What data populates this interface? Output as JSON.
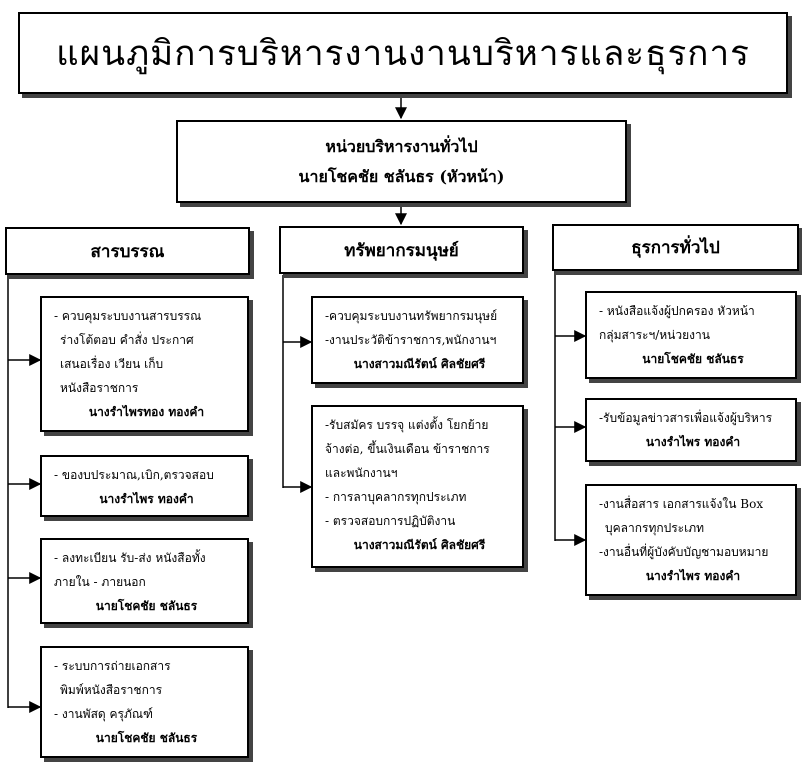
{
  "title": "แผนภูมิการบริหารงานงานบริหารและธุรการ",
  "head_unit": {
    "name": "หน่วยบริหารงานทั่วไป",
    "person": "นายโชคชัย  ชลันธร (หัวหน้า)"
  },
  "columns": [
    {
      "heading": "สารบรรณ",
      "tasks": [
        {
          "lines": [
            "- ควบคุมระบบงานสารบรรณ",
            "ร่างโต้ตอบ คำสั่ง ประกาศ",
            "เสนอเรื่อง เวียน เก็บ",
            "หนังสือราชการ"
          ],
          "person": "นางรำไพรทอง ทองคำ"
        },
        {
          "lines": [
            "- ของบประมาณ,เบิก,ตรวจสอบ"
          ],
          "person": "นางรำไพร  ทองคำ"
        },
        {
          "lines": [
            "- ลงทะเบียน รับ-ส่ง หนังสือทั้ง",
            "ภายใน - ภายนอก"
          ],
          "person": "นายโชคชัย  ชลันธร"
        },
        {
          "lines": [
            "- ระบบการถ่ายเอกสาร",
            "พิมพ์หนังสือราชการ",
            "- งานพัสดุ  ครุภัณฑ์"
          ],
          "person": "นายโชคชัย  ชลันธร"
        }
      ]
    },
    {
      "heading": "ทรัพยากรมนุษย์",
      "tasks": [
        {
          "lines": [
            "-ควบคุมระบบงานทรัพยากรมนุษย์",
            "-งานประวัติข้าราชการ,พนักงานฯ"
          ],
          "person": "นางสาวมณีรัตน์ ศิลชัยศรี"
        },
        {
          "lines": [
            "-รับสมัคร บรรจุ แต่งตั้ง โยกย้าย",
            "จ้างต่อ, ขึ้นเงินเดือน ข้าราชการ",
            "และพนักงานฯ",
            "- การลาบุคลากรทุกประเภท",
            "- ตรวจสอบการปฏิบัติงาน"
          ],
          "person": "นางสาวมณีรัตน์ ศิลชัยศรี"
        }
      ]
    },
    {
      "heading": "ธุรการทั่วไป",
      "tasks": [
        {
          "lines": [
            "- หนังสือแจ้งผู้ปกครอง หัวหน้า",
            "กลุ่มสาระฯ/หน่วยงาน"
          ],
          "person": "นายโชคชัย  ชลันธร"
        },
        {
          "lines": [
            "-รับข้อมูลข่าวสารเพื่อแจ้งผู้บริหาร"
          ],
          "person": "นางรำไพร  ทองคำ"
        },
        {
          "lines": [
            "-งานสื่อสาร เอกสารแจ้งใน Box",
            "บุคลากรทุกประเภท",
            "-งานอื่นที่ผู้บังคับบัญชามอบหมาย"
          ],
          "person": "นางรำไพร  ทองคำ"
        }
      ]
    }
  ]
}
